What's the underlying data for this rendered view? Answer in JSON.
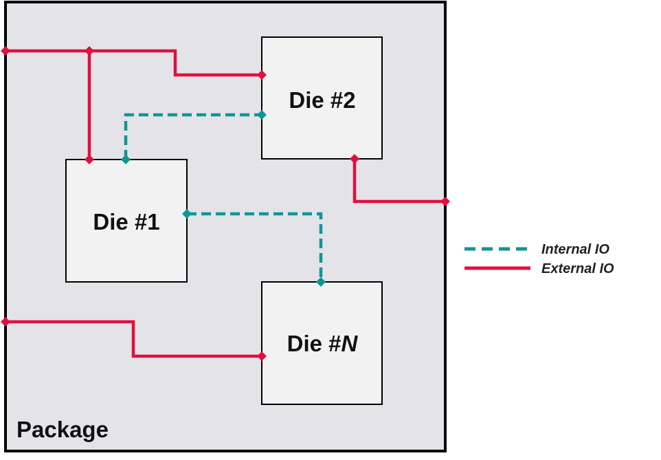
{
  "package": {
    "label": "Package"
  },
  "dies": {
    "die1": {
      "label": "Die #1"
    },
    "die2": {
      "label": "Die #2"
    },
    "dieN": {
      "prefix": "Die #",
      "suffix": "N"
    }
  },
  "legend": {
    "internal": {
      "label": "Internal IO"
    },
    "external": {
      "label": "External IO"
    }
  },
  "colors": {
    "external": "#e0103f",
    "internal": "#0e9696",
    "package_fill": "#e4e3e8",
    "die_fill": "#f2f2f2",
    "stroke": "#000000"
  }
}
